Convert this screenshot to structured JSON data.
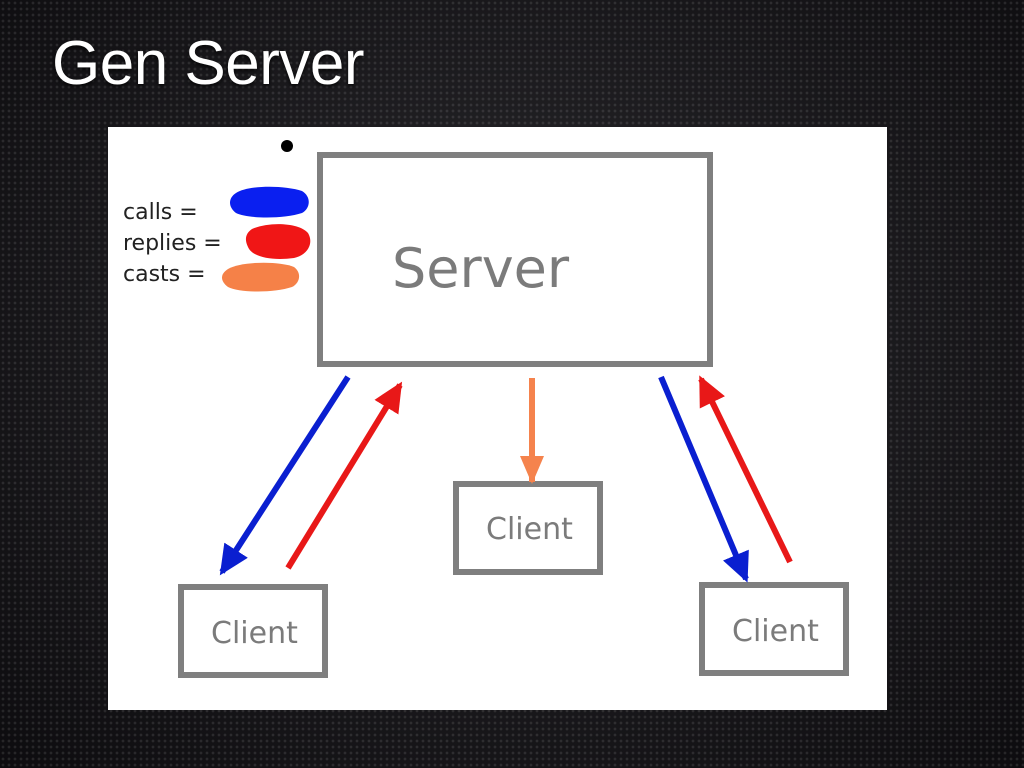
{
  "title": "Gen Server",
  "legend": {
    "calls_label": "calls =",
    "replies_label": "replies =",
    "casts_label": "casts =",
    "calls_color": "#0a1ff0",
    "replies_color": "#f01616",
    "casts_color": "#f58148"
  },
  "server": {
    "label": "Server"
  },
  "clients": {
    "left": "Client",
    "center": "Client",
    "right": "Client"
  },
  "colors": {
    "box_stroke": "#7f7f7f",
    "call_arrow": "#0a1fd0",
    "reply_arrow": "#e81818",
    "cast_arrow": "#f5834d"
  }
}
